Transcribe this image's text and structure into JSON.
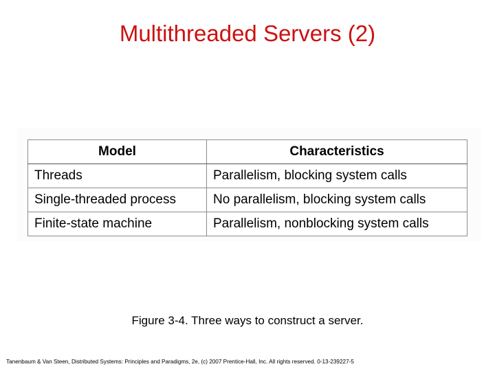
{
  "slide": {
    "title": "Multithreaded Servers (2)",
    "title_color": "#cc1111",
    "background_color": "#ffffff"
  },
  "figure": {
    "caption": "Figure 3-4. Three ways to construct a server.",
    "table": {
      "columns": [
        "Model",
        "Characteristics"
      ],
      "rows": [
        [
          "Threads",
          "Parallelism, blocking system calls"
        ],
        [
          "Single-threaded process",
          "No parallelism, blocking system calls"
        ],
        [
          "Finite-state machine",
          "Parallelism, nonblocking system calls"
        ]
      ]
    }
  },
  "footer": {
    "credit": "Tanenbaum & Van Steen, Distributed Systems: Principles and Paradigms, 2e, (c) 2007 Prentice-Hall, Inc. All rights reserved. 0-13-239227-5"
  }
}
